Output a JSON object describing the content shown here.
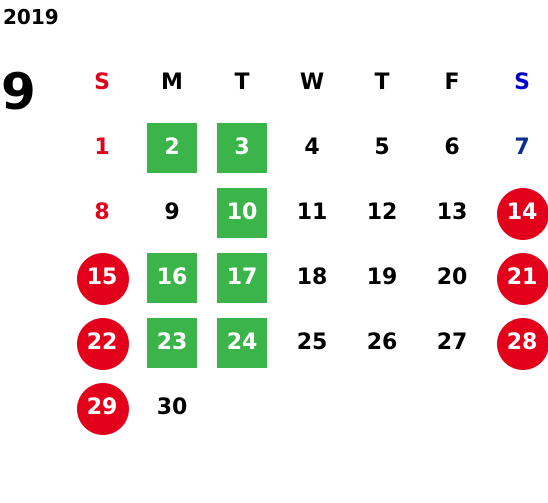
{
  "year": "2019",
  "month": "9",
  "weekdays": [
    "S",
    "M",
    "T",
    "W",
    "T",
    "F",
    "S"
  ],
  "weeks": [
    [
      "",
      "",
      "",
      "",
      "",
      "",
      ""
    ],
    [
      "1",
      "2",
      "3",
      "4",
      "5",
      "6",
      "7"
    ],
    [
      "8",
      "9",
      "10",
      "11",
      "12",
      "13",
      "14"
    ],
    [
      "15",
      "16",
      "17",
      "18",
      "19",
      "20",
      "21"
    ],
    [
      "22",
      "23",
      "24",
      "25",
      "26",
      "27",
      "28"
    ],
    [
      "29",
      "30",
      "",
      "",
      "",
      "",
      ""
    ]
  ],
  "colors": {
    "sunday": "#e2001a",
    "saturday": "#0b2e8c",
    "holiday_circle": "#e2001a",
    "highlight_square": "#3bb54a"
  },
  "highlighted_green_days": [
    "2",
    "3",
    "10",
    "16",
    "17",
    "23",
    "24"
  ],
  "holiday_red_circle_days": [
    "14",
    "15",
    "21",
    "22",
    "28",
    "29"
  ]
}
